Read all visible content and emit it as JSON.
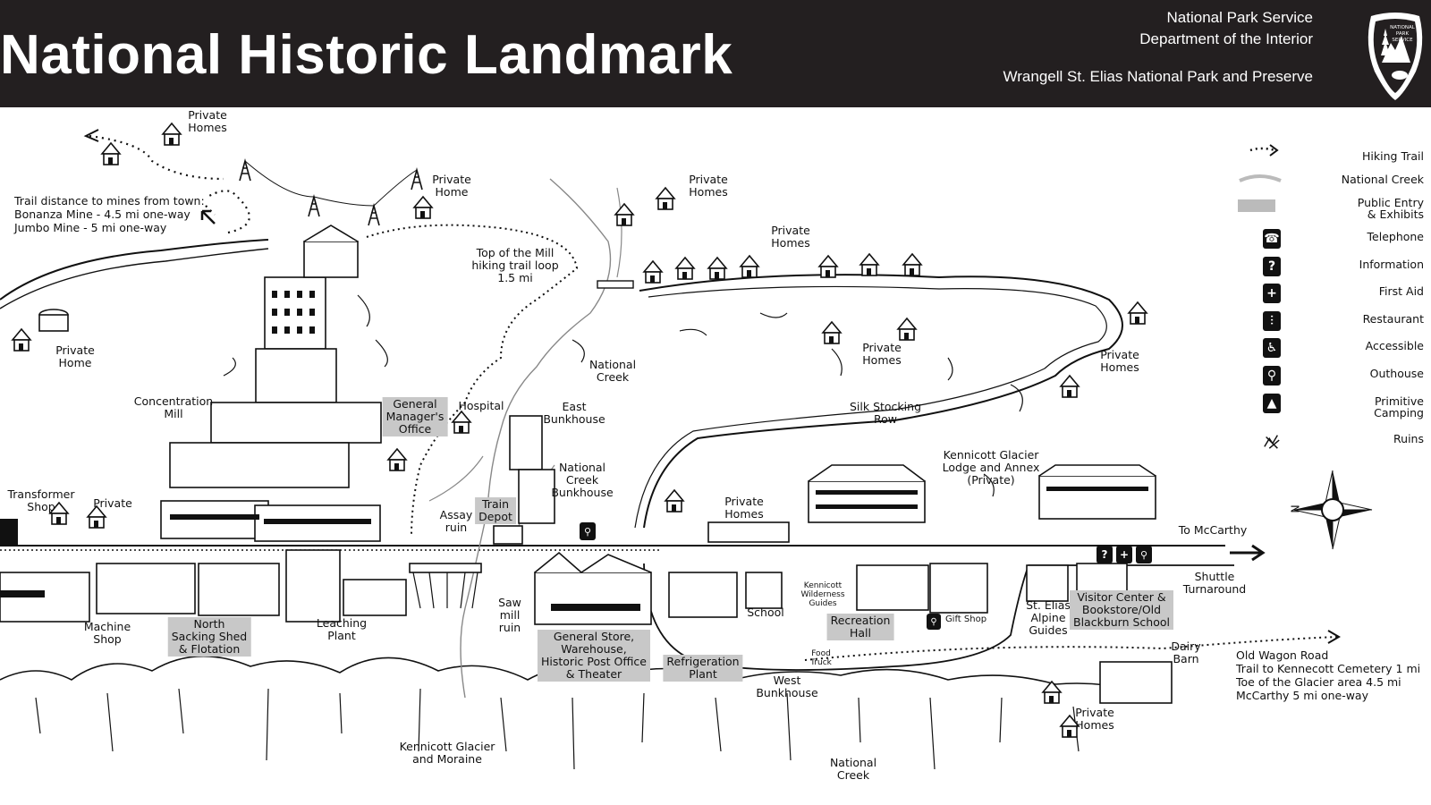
{
  "header": {
    "title": "National Historic Landmark",
    "agency": "National Park Service",
    "department": "Department of the Interior",
    "park": "Wrangell St. Elias National Park and Preserve",
    "logo_text": "NATIONAL PARK SERVICE"
  },
  "map_labels": {
    "private_homes_nw": "Private\nHomes",
    "trail_distance_title": "Trail distance to mines from town:",
    "bonanza": "Bonanza Mine - 4.5 mi one-way",
    "jumbo": "Jumbo Mine - 5 mi one-way",
    "private_home_top": "Private\nHome",
    "private_home_west": "Private\nHome",
    "top_of_mill": "Top of the Mill\nhiking trail loop\n1.5 mi",
    "private_homes_top_center": "Private\nHomes",
    "private_homes_ridge": "Private\nHomes",
    "concentration_mill": "Concentration\nMill",
    "general_managers_office": "General\nManager's\nOffice",
    "hospital": "Hospital",
    "national_creek_upper": "National\nCreek",
    "east_bunkhouse": "East\nBunkhouse",
    "private_homes_middle": "Private\nHomes",
    "silk_stocking_row": "Silk Stocking\nRow",
    "private_homes_east": "Private\nHomes",
    "national_creek_bunkhouse": "National\nCreek\nBunkhouse",
    "kennicott_lodge": "Kennicott Glacier\nLodge and Annex\n(Private)",
    "transformer_shop": "Transformer\nShop",
    "private_west": "Private",
    "assay_ruin": "Assay\nruin",
    "train_depot": "Train\nDepot",
    "private_homes_lower": "Private\nHomes",
    "to_mccarthy": "To McCarthy",
    "shuttle_turnaround": "Shuttle\nTurnaround",
    "machine_shop": "Machine\nShop",
    "north_sacking_shed": "North\nSacking Shed\n& Flotation",
    "leaching_plant": "Leaching\nPlant",
    "saw_mill_ruin": "Saw\nmill\nruin",
    "general_store": "General Store,\nWarehouse,\nHistoric Post Office\n& Theater",
    "refrigeration_plant": "Refrigeration\nPlant",
    "school": "School",
    "kennicott_wilderness_guides": "Kennicott\nWilderness\nGuides",
    "recreation_hall": "Recreation\nHall",
    "gift_shop": "Gift Shop",
    "st_elias_alpine_guides": "St. Elias\nAlpine\nGuides",
    "visitor_center": "Visitor Center &\nBookstore/Old\nBlackburn School",
    "food_truck": "Food\nTruck",
    "west_bunkhouse": "West\nBunkhouse",
    "dairy_barn": "Dairy\nBarn",
    "old_wagon_road": "Old Wagon Road",
    "trail_cemetery": "Trail to Kennecott Cemetery 1 mi",
    "toe_of_glacier": "Toe of the Glacier area 4.5 mi",
    "mccarthy_distance": "McCarthy 5 mi one-way",
    "private_homes_se": "Private\nHomes",
    "kennicott_glacier": "Kennicott Glacier\nand Moraine",
    "national_creek_lower": "National\nCreek",
    "compass_n": "N"
  },
  "legend": [
    {
      "label": "Hiking Trail",
      "icon": "hiking-trail-symbol"
    },
    {
      "label": "National Creek",
      "icon": "creek-symbol"
    },
    {
      "label": "Public Entry\n& Exhibits",
      "icon": "shaded-box-symbol"
    },
    {
      "label": "Telephone",
      "icon": "telephone-icon"
    },
    {
      "label": "Information",
      "icon": "information-icon"
    },
    {
      "label": "First Aid",
      "icon": "first-aid-icon"
    },
    {
      "label": "Restaurant",
      "icon": "restaurant-icon"
    },
    {
      "label": "Accessible",
      "icon": "accessible-icon"
    },
    {
      "label": "Outhouse",
      "icon": "outhouse-icon"
    },
    {
      "label": "Primitive\nCamping",
      "icon": "camping-icon"
    },
    {
      "label": "Ruins",
      "icon": "ruins-icon"
    }
  ],
  "colors": {
    "banner": "#231f20",
    "highlight": "#c8c8c8",
    "ink": "#111111"
  }
}
